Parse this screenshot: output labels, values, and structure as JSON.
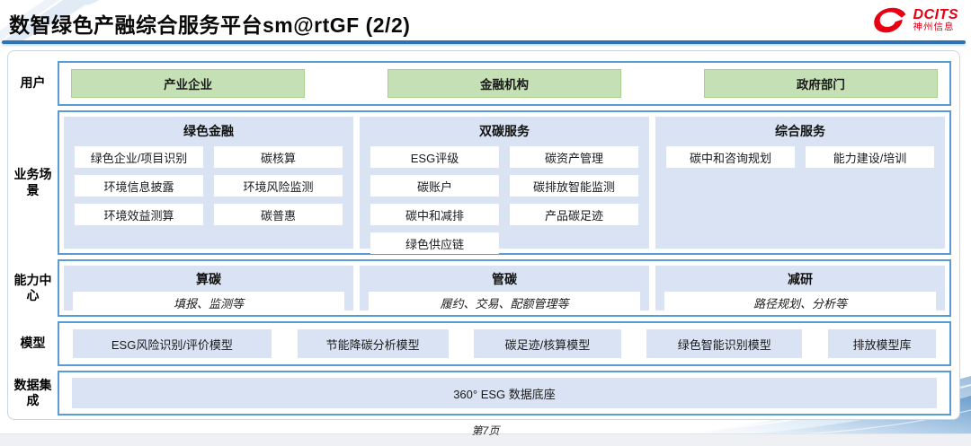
{
  "header": {
    "title": "数智绿色产融综合服务平台sm@rtGF (2/2)",
    "logo": {
      "brand": "DCITS",
      "subtitle": "神州信息"
    }
  },
  "rows": {
    "users": {
      "label": "用户",
      "items": [
        "产业企业",
        "金融机构",
        "政府部门"
      ]
    },
    "scenarios": {
      "label": "业务场景",
      "columns": [
        {
          "title": "绿色金融",
          "items": [
            "绿色企业/项目识别",
            "碳核算",
            "环境信息披露",
            "环境风险监测",
            "环境效益测算",
            "碳普惠"
          ]
        },
        {
          "title": "双碳服务",
          "items": [
            "ESG评级",
            "碳资产管理",
            "碳账户",
            "碳排放智能监测",
            "碳中和减排",
            "产品碳足迹",
            "绿色供应链"
          ]
        },
        {
          "title": "综合服务",
          "items": [
            "碳中和咨询规划",
            "能力建设/培训"
          ]
        }
      ]
    },
    "capabilities": {
      "label": "能力中心",
      "panels": [
        {
          "title": "算碳",
          "detail": "填报、监测等"
        },
        {
          "title": "管碳",
          "detail": "履约、交易、配额管理等"
        },
        {
          "title": "减研",
          "detail": "路径规划、分析等"
        }
      ]
    },
    "models": {
      "label": "模型",
      "items": [
        "ESG风险识别/评价模型",
        "节能降碳分析模型",
        "碳足迹/核算模型",
        "绿色智能识别模型",
        "排放模型库"
      ]
    },
    "data_integration": {
      "label": "数据集成",
      "items": [
        "360° ESG 数据底座"
      ]
    }
  },
  "footer": {
    "page": "第7页"
  },
  "colors": {
    "row_border_blue": "#5B9BD5",
    "panel_blue": "#DAE3F3",
    "user_green": "#C5E0B4",
    "underline_blue": "#2E74B5",
    "brand_red": "#E60012"
  }
}
